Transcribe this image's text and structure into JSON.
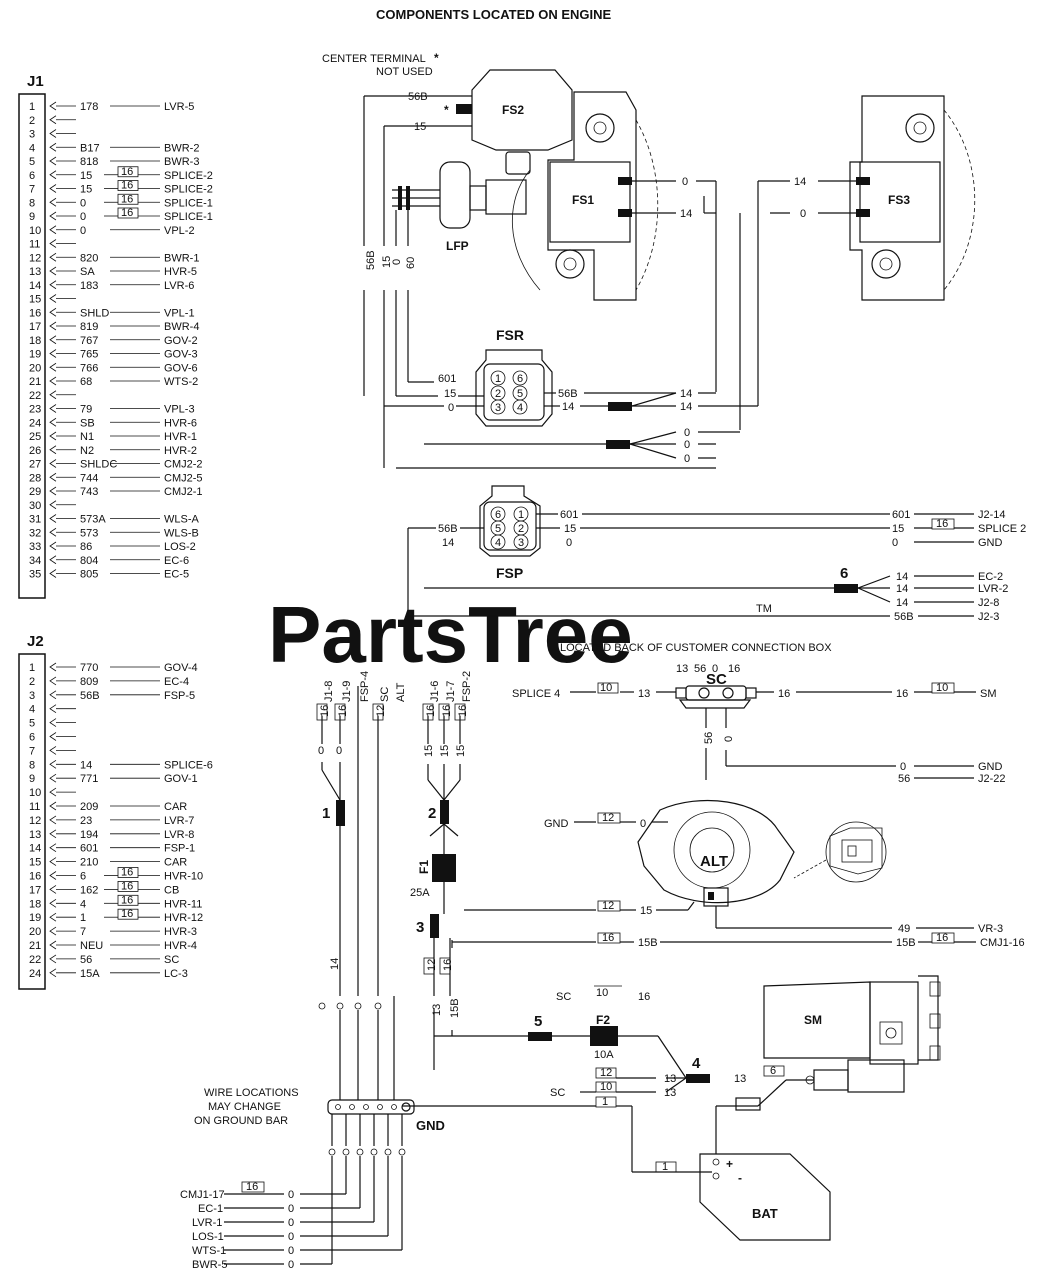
{
  "title": "COMPONENTS LOCATED ON ENGINE",
  "watermark": "PartsTree",
  "trademark": "TM",
  "j1": {
    "label": "J1",
    "rows": [
      {
        "pin": "1",
        "wire": "178",
        "dest": "LVR-5",
        "wg": ""
      },
      {
        "pin": "2",
        "wire": "",
        "dest": "",
        "wg": ""
      },
      {
        "pin": "3",
        "wire": "",
        "dest": "",
        "wg": ""
      },
      {
        "pin": "4",
        "wire": "B17",
        "dest": "BWR-2",
        "wg": ""
      },
      {
        "pin": "5",
        "wire": "818",
        "dest": "BWR-3",
        "wg": ""
      },
      {
        "pin": "6",
        "wire": "15",
        "dest": "SPLICE-2",
        "wg": "16"
      },
      {
        "pin": "7",
        "wire": "15",
        "dest": "SPLICE-2",
        "wg": "16"
      },
      {
        "pin": "8",
        "wire": "0",
        "dest": "SPLICE-1",
        "wg": "16"
      },
      {
        "pin": "9",
        "wire": "0",
        "dest": "SPLICE-1",
        "wg": "16"
      },
      {
        "pin": "10",
        "wire": "0",
        "dest": "VPL-2",
        "wg": ""
      },
      {
        "pin": "11",
        "wire": "",
        "dest": "",
        "wg": ""
      },
      {
        "pin": "12",
        "wire": "820",
        "dest": "BWR-1",
        "wg": ""
      },
      {
        "pin": "13",
        "wire": "SA",
        "dest": "HVR-5",
        "wg": ""
      },
      {
        "pin": "14",
        "wire": "183",
        "dest": "LVR-6",
        "wg": ""
      },
      {
        "pin": "15",
        "wire": "",
        "dest": "",
        "wg": ""
      },
      {
        "pin": "16",
        "wire": "SHLD",
        "dest": "VPL-1",
        "wg": ""
      },
      {
        "pin": "17",
        "wire": "819",
        "dest": "BWR-4",
        "wg": ""
      },
      {
        "pin": "18",
        "wire": "767",
        "dest": "GOV-2",
        "wg": ""
      },
      {
        "pin": "19",
        "wire": "765",
        "dest": "GOV-3",
        "wg": ""
      },
      {
        "pin": "20",
        "wire": "766",
        "dest": "GOV-6",
        "wg": ""
      },
      {
        "pin": "21",
        "wire": "68",
        "dest": "WTS-2",
        "wg": ""
      },
      {
        "pin": "22",
        "wire": "",
        "dest": "",
        "wg": ""
      },
      {
        "pin": "23",
        "wire": "79",
        "dest": "VPL-3",
        "wg": ""
      },
      {
        "pin": "24",
        "wire": "SB",
        "dest": "HVR-6",
        "wg": ""
      },
      {
        "pin": "25",
        "wire": "N1",
        "dest": "HVR-1",
        "wg": ""
      },
      {
        "pin": "26",
        "wire": "N2",
        "dest": "HVR-2",
        "wg": ""
      },
      {
        "pin": "27",
        "wire": "SHLDC",
        "dest": "CMJ2-2",
        "wg": ""
      },
      {
        "pin": "28",
        "wire": "744",
        "dest": "CMJ2-5",
        "wg": ""
      },
      {
        "pin": "29",
        "wire": "743",
        "dest": "CMJ2-1",
        "wg": ""
      },
      {
        "pin": "30",
        "wire": "",
        "dest": "",
        "wg": ""
      },
      {
        "pin": "31",
        "wire": "573A",
        "dest": "WLS-A",
        "wg": ""
      },
      {
        "pin": "32",
        "wire": "573",
        "dest": "WLS-B",
        "wg": ""
      },
      {
        "pin": "33",
        "wire": "86",
        "dest": "LOS-2",
        "wg": ""
      },
      {
        "pin": "34",
        "wire": "804",
        "dest": "EC-6",
        "wg": ""
      },
      {
        "pin": "35",
        "wire": "805",
        "dest": "EC-5",
        "wg": ""
      }
    ]
  },
  "j2": {
    "label": "J2",
    "rows": [
      {
        "pin": "1",
        "wire": "770",
        "dest": "GOV-4",
        "wg": ""
      },
      {
        "pin": "2",
        "wire": "809",
        "dest": "EC-4",
        "wg": ""
      },
      {
        "pin": "3",
        "wire": "56B",
        "dest": "FSP-5",
        "wg": ""
      },
      {
        "pin": "4",
        "wire": "",
        "dest": "",
        "wg": ""
      },
      {
        "pin": "5",
        "wire": "",
        "dest": "",
        "wg": ""
      },
      {
        "pin": "6",
        "wire": "",
        "dest": "",
        "wg": ""
      },
      {
        "pin": "7",
        "wire": "",
        "dest": "",
        "wg": ""
      },
      {
        "pin": "8",
        "wire": "14",
        "dest": "SPLICE-6",
        "wg": ""
      },
      {
        "pin": "9",
        "wire": "771",
        "dest": "GOV-1",
        "wg": ""
      },
      {
        "pin": "10",
        "wire": "",
        "dest": "",
        "wg": ""
      },
      {
        "pin": "11",
        "wire": "209",
        "dest": "CAR",
        "wg": ""
      },
      {
        "pin": "12",
        "wire": "23",
        "dest": "LVR-7",
        "wg": ""
      },
      {
        "pin": "13",
        "wire": "194",
        "dest": "LVR-8",
        "wg": ""
      },
      {
        "pin": "14",
        "wire": "601",
        "dest": "FSP-1",
        "wg": ""
      },
      {
        "pin": "15",
        "wire": "210",
        "dest": "CAR",
        "wg": ""
      },
      {
        "pin": "16",
        "wire": "6",
        "dest": "HVR-10",
        "wg": "16"
      },
      {
        "pin": "17",
        "wire": "162",
        "dest": "CB",
        "wg": "16"
      },
      {
        "pin": "18",
        "wire": "4",
        "dest": "HVR-11",
        "wg": "16"
      },
      {
        "pin": "19",
        "wire": "1",
        "dest": "HVR-12",
        "wg": "16"
      },
      {
        "pin": "20",
        "wire": "7",
        "dest": "HVR-3",
        "wg": ""
      },
      {
        "pin": "21",
        "wire": "NEU",
        "dest": "HVR-4",
        "wg": ""
      },
      {
        "pin": "22",
        "wire": "56",
        "dest": "SC",
        "wg": ""
      },
      {
        "pin": "24",
        "wire": "15A",
        "dest": "LC-3",
        "wg": ""
      }
    ]
  },
  "top": {
    "center_terminal_note": "CENTER TERMINAL",
    "star": "*",
    "not_used": "NOT USED",
    "fs2": "FS2",
    "fs1": "FS1",
    "fs3": "FS3",
    "lfp": "LFP",
    "w_56b": "56B",
    "w_15": "15",
    "w_0": "0",
    "w_14": "14",
    "v_56b": "56B",
    "v_15": "15",
    "v_0": "0",
    "v_60": "60"
  },
  "fsr": {
    "label": "FSR",
    "w601": "601",
    "w15": "15",
    "w0": "0",
    "w56b": "56B",
    "w14": "14",
    "out": [
      "14",
      "14",
      "0",
      "0",
      "0"
    ],
    "pins": [
      "1",
      "2",
      "3",
      "4",
      "5",
      "6"
    ]
  },
  "fsp": {
    "label": "FSP",
    "l56b": "56B",
    "l14": "14",
    "r601": "601",
    "r15": "15",
    "r0": "0",
    "pins": [
      "6",
      "5",
      "4",
      "1",
      "2",
      "3"
    ],
    "rows": [
      {
        "wire": "601",
        "dest": "J2-14",
        "wg": ""
      },
      {
        "wire": "15",
        "dest": "SPLICE 2",
        "wg": "16"
      },
      {
        "wire": "0",
        "dest": "GND",
        "wg": ""
      }
    ],
    "splice_num": "6",
    "splice_rows": [
      {
        "wire": "14",
        "dest": "EC-2"
      },
      {
        "wire": "14",
        "dest": "LVR-2"
      },
      {
        "wire": "14",
        "dest": "J2-8"
      }
    ],
    "bottom_wire": "56B",
    "bottom_dest": "J2-3"
  },
  "sc": {
    "note": "LOCATED BACK OF CUSTOMER CONNECTION BOX",
    "label": "SC",
    "left_dest": "SPLICE 4",
    "left_wg": "10",
    "left_wire": "13",
    "right_wire": "16",
    "right_wire2": "16",
    "right_wg": "10",
    "right_dest": "SM",
    "down_56": "56",
    "down_0": "0",
    "gnd_wire": "0",
    "gnd_dest": "GND",
    "j2_wire": "56",
    "j2_dest": "J2-22",
    "terminal_labels": [
      "13",
      "56",
      "0",
      "16"
    ]
  },
  "left_bundles": {
    "a_labels": [
      "J1-8",
      "J1-9",
      "FSP-4",
      "SC",
      "ALT"
    ],
    "a_wg": [
      "16",
      "16",
      "",
      "12"
    ],
    "b_labels": [
      "J1-6",
      "J1-7",
      "FSP-2"
    ],
    "b_wg": [
      "16",
      "16",
      "16"
    ],
    "a_wires": [
      "0",
      "0"
    ],
    "b_wires": [
      "15",
      "15",
      "15"
    ],
    "splice1": "1",
    "splice2": "2",
    "f1": "F1",
    "f1_rating": "25A",
    "splice3": "3",
    "wg_a": "14",
    "wg_b_left": "12",
    "wg_b_right": "16",
    "wire_13": "13",
    "wire_15b": "15B",
    "gnd_wires": [
      "0",
      "0",
      "0",
      "0"
    ]
  },
  "alt": {
    "label": "ALT",
    "gnd_dest": "GND",
    "gnd_wg": "12",
    "gnd_wire": "0",
    "wire15_wg": "12",
    "wire15": "15",
    "wire49": "49",
    "wire49_dest": "VR-3",
    "wire15b_wg": "16",
    "wire15b": "15B",
    "wire15b_r": "15B",
    "wire15b_r_wg": "16",
    "wire15b_dest": "CMJ1-16",
    "alt_text": "ALT"
  },
  "power": {
    "sc_label": "SC",
    "wg_10": "10",
    "wire_16": "16",
    "splice5": "5",
    "f2": "F2",
    "f2_rating": "10A",
    "splice4": "4",
    "wg_12": "12",
    "wg_10b": "10",
    "wg_1": "1",
    "w13a": "13",
    "w13b": "13",
    "sc_left": "SC",
    "w13_bat": "13",
    "w6": "6",
    "sm_label": "SM",
    "bat_label": "BAT",
    "wg_1b": "1",
    "bat_plus": "+",
    "bat_minus": "-"
  },
  "gnd": {
    "note_lines": [
      "WIRE LOCATIONS",
      "MAY CHANGE",
      "ON GROUND BAR"
    ],
    "label": "GND",
    "rows": [
      {
        "dest": "CMJ1-17",
        "wg": "16",
        "wire": "0"
      },
      {
        "dest": "EC-1",
        "wg": "",
        "wire": "0"
      },
      {
        "dest": "LVR-1",
        "wg": "",
        "wire": "0"
      },
      {
        "dest": "LOS-1",
        "wg": "",
        "wire": "0"
      },
      {
        "dest": "WTS-1",
        "wg": "",
        "wire": "0"
      },
      {
        "dest": "BWR-5",
        "wg": "",
        "wire": "0"
      }
    ]
  }
}
